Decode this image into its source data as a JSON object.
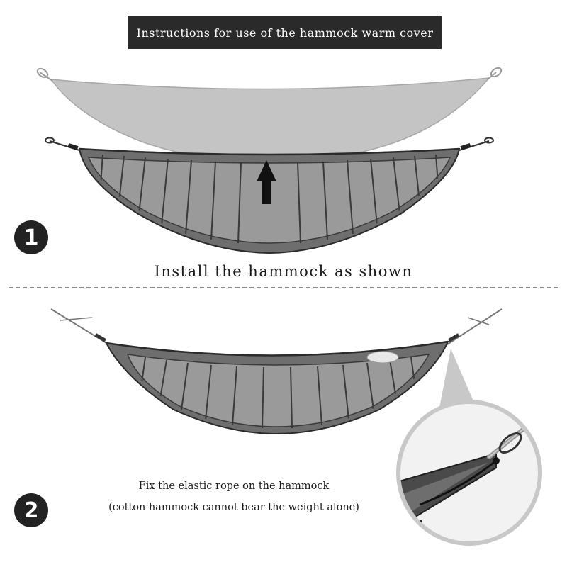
{
  "title": "Instructions for use of the hammock warm cover",
  "steps": [
    {
      "number": "1",
      "caption": "Install the hammock as shown"
    },
    {
      "number": "2",
      "caption_line1": "Fix the elastic rope on the hammock",
      "caption_line2": "(cotton hammock cannot bear the weight alone)"
    }
  ],
  "icons": [
    "up-arrow-icon",
    "carabiner-icon",
    "magnifier-callout"
  ],
  "colors": {
    "banner_bg": "#2a2a2a",
    "hammock_light": "#c4c4c4",
    "underquilt_dark": "#6e6e6e",
    "underquilt_panel": "#9a9a9a",
    "outline": "#2b2b2b"
  }
}
